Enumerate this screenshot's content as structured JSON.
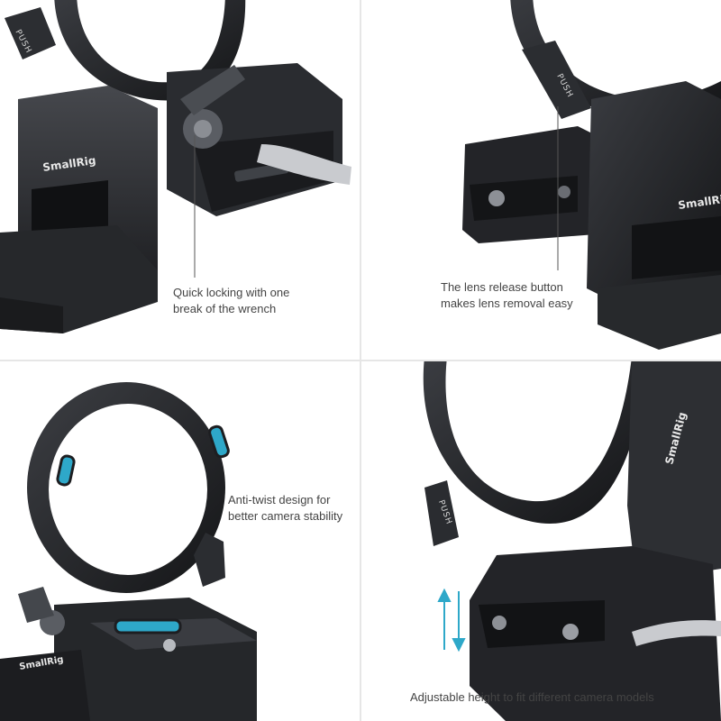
{
  "panels": [
    {
      "id": "quick-locking",
      "caption_lines": [
        "Quick locking with one",
        "break of the wrench"
      ],
      "brand": "SmallRig",
      "button_label": "PUSH"
    },
    {
      "id": "lens-release",
      "caption_lines": [
        "The lens release button",
        "makes lens removal easy"
      ],
      "brand": "SmallRig",
      "button_label": "PUSH"
    },
    {
      "id": "anti-twist",
      "caption_lines": [
        "Anti-twist design for",
        "better camera stability"
      ],
      "brand": "SmallRig",
      "button_label": ""
    },
    {
      "id": "adjustable-height",
      "caption_lines": [
        "Adjustable height to fit different camera models"
      ],
      "brand": "SmallRig",
      "button_label": "PUSH"
    }
  ],
  "colors": {
    "metal_dark": "#1e1f22",
    "metal_mid": "#34363b",
    "metal_light": "#5a5d63",
    "highlight_blue": "#2ea8c9",
    "caption_text": "#444444",
    "leader_line": "#555555",
    "lever_silver": "#c9cbcf"
  }
}
